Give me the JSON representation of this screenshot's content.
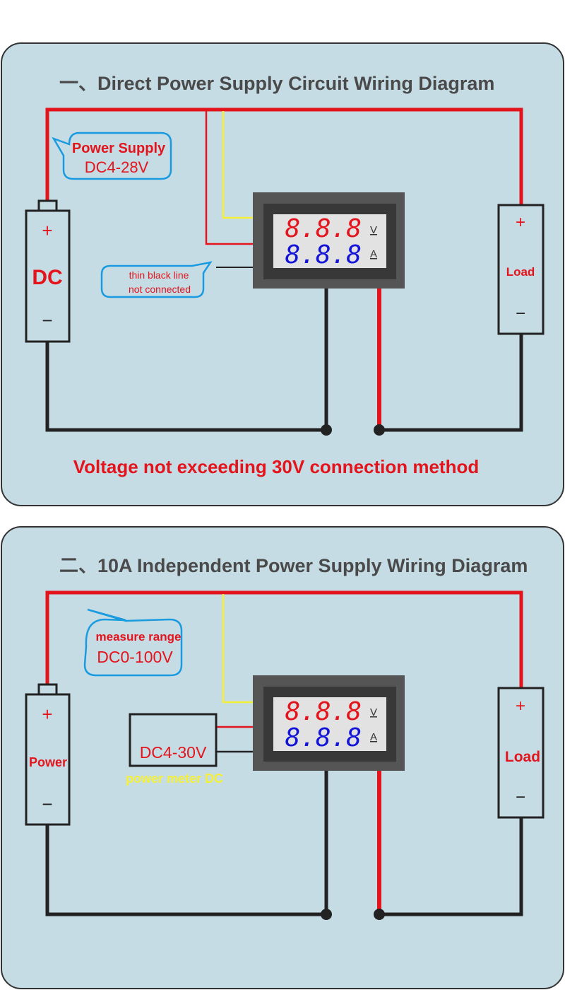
{
  "colors": {
    "panel_bg": "#c6dce5",
    "wire_red": "#e3141c",
    "wire_yellow": "#f5f035",
    "wire_black": "#222222",
    "bubble_border": "#1a9be0",
    "digits_voltage": "#e3141c",
    "digits_current": "#1414d8"
  },
  "panel1": {
    "title": "一、Direct Power Supply Circuit Wiring Diagram",
    "bubble_line1": "Power Supply",
    "bubble_line2": "DC4-28V",
    "battery_plus": "+",
    "battery_label": "DC",
    "battery_minus": "−",
    "note_line1": "thin black line",
    "note_line2": "not connected",
    "meter_volts": "8.8.8",
    "meter_volt_unit": "V",
    "meter_amps": "8.8.8",
    "meter_amp_unit": "A",
    "load_plus": "+",
    "load_label": "Load",
    "load_minus": "−",
    "footer": "Voltage not exceeding 30V connection method"
  },
  "panel2": {
    "title": "二、10A Independent Power Supply Wiring Diagram",
    "bubble_line1": "measure range",
    "bubble_line2": "DC0-100V",
    "battery_plus": "+",
    "battery_label": "Power",
    "battery_minus": "−",
    "supply_box_label": "DC4-30V",
    "supply_caption": "power meter DC",
    "meter_volts": "8.8.8",
    "meter_volt_unit": "V",
    "meter_amps": "8.8.8",
    "meter_amp_unit": "A",
    "load_plus": "+",
    "load_label": "Load",
    "load_minus": "−"
  }
}
